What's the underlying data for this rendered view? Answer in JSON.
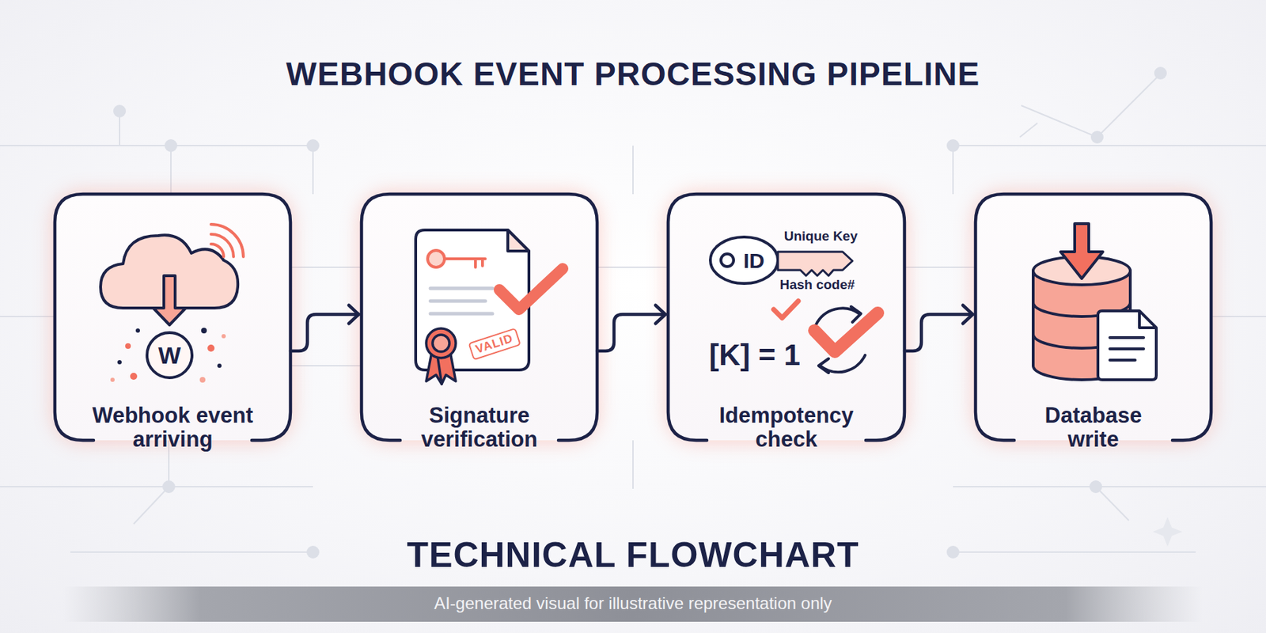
{
  "diagram": {
    "title": "WEBHOOK EVENT PROCESSING PIPELINE",
    "caption": "TECHNICAL FLOWCHART",
    "nodes": [
      {
        "text": [
          "Webhook event arriving"
        ]
      },
      {
        "text": [
          "Signature verification"
        ]
      },
      {
        "text": [
          "Idempotency check"
        ]
      },
      {
        "text": [
          "Database write"
        ]
      }
    ],
    "edges": [
      {
        "from": 0,
        "to": 1,
        "arrow": "to"
      },
      {
        "from": 1,
        "to": 2,
        "arrow": "to"
      },
      {
        "from": 2,
        "to": 3,
        "arrow": "to"
      }
    ],
    "labels": [
      "W",
      "VALID",
      "ID",
      "Unique Key",
      "Hash code#",
      "[K] = 1",
      "AI-generated visual for illustrative representation only"
    ]
  }
}
